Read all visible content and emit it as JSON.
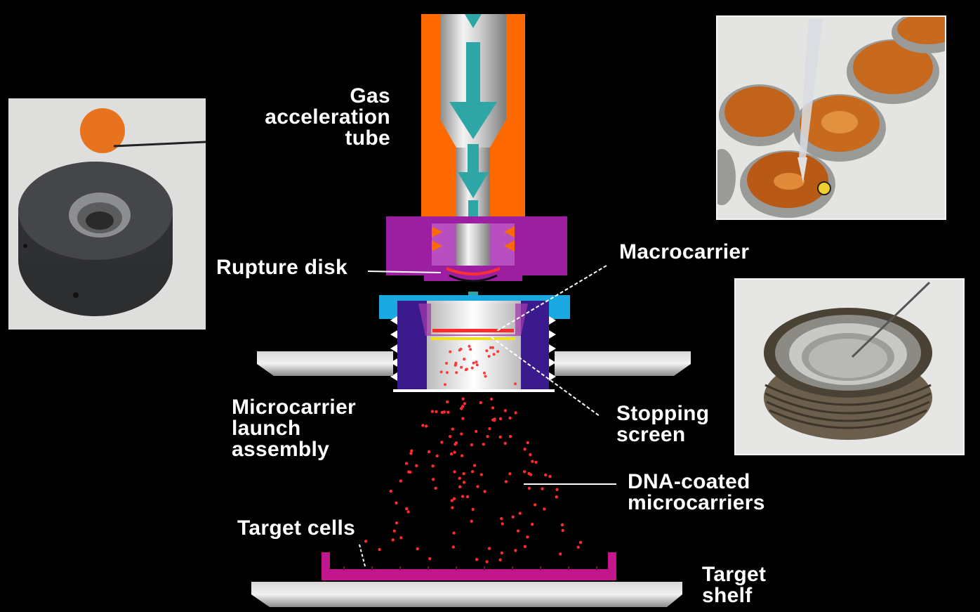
{
  "labels": {
    "gas_tube": [
      "Gas",
      "acceleration",
      "tube"
    ],
    "rupture_disk": "Rupture disk",
    "macrocarrier": "Macrocarrier",
    "launch_assembly": [
      "Microcarrier",
      "launch",
      "assembly"
    ],
    "stopping_screen": [
      "Stopping",
      "screen"
    ],
    "dna_microcarriers": [
      "DNA-coated",
      "microcarriers"
    ],
    "target_cells": "Target cells",
    "target_shelf": [
      "Target",
      "shelf"
    ]
  },
  "photos": {
    "left": "rupture-disk-retaining-cap-photo",
    "top_right": "macrocarrier-loading-photo",
    "mid_right": "stopping-screen-holder-photo"
  },
  "colors": {
    "tube_orange": "#ff6a00",
    "housing_purple": "#9b1fa0",
    "assembly_indigo": "#3a1a8c",
    "ring_cyan": "#1aa8e0",
    "arrow_teal": "#2ea6a6",
    "particle_red": "#ff2a2a",
    "dish_magenta": "#c4168c",
    "metal_gray": "#9a9a9a"
  }
}
